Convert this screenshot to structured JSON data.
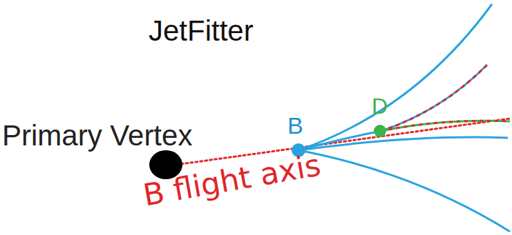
{
  "diagram": {
    "title": "JetFitter",
    "labels": [
      "Primary Vertex",
      "B",
      "D",
      "B flight axis"
    ]
  }
}
